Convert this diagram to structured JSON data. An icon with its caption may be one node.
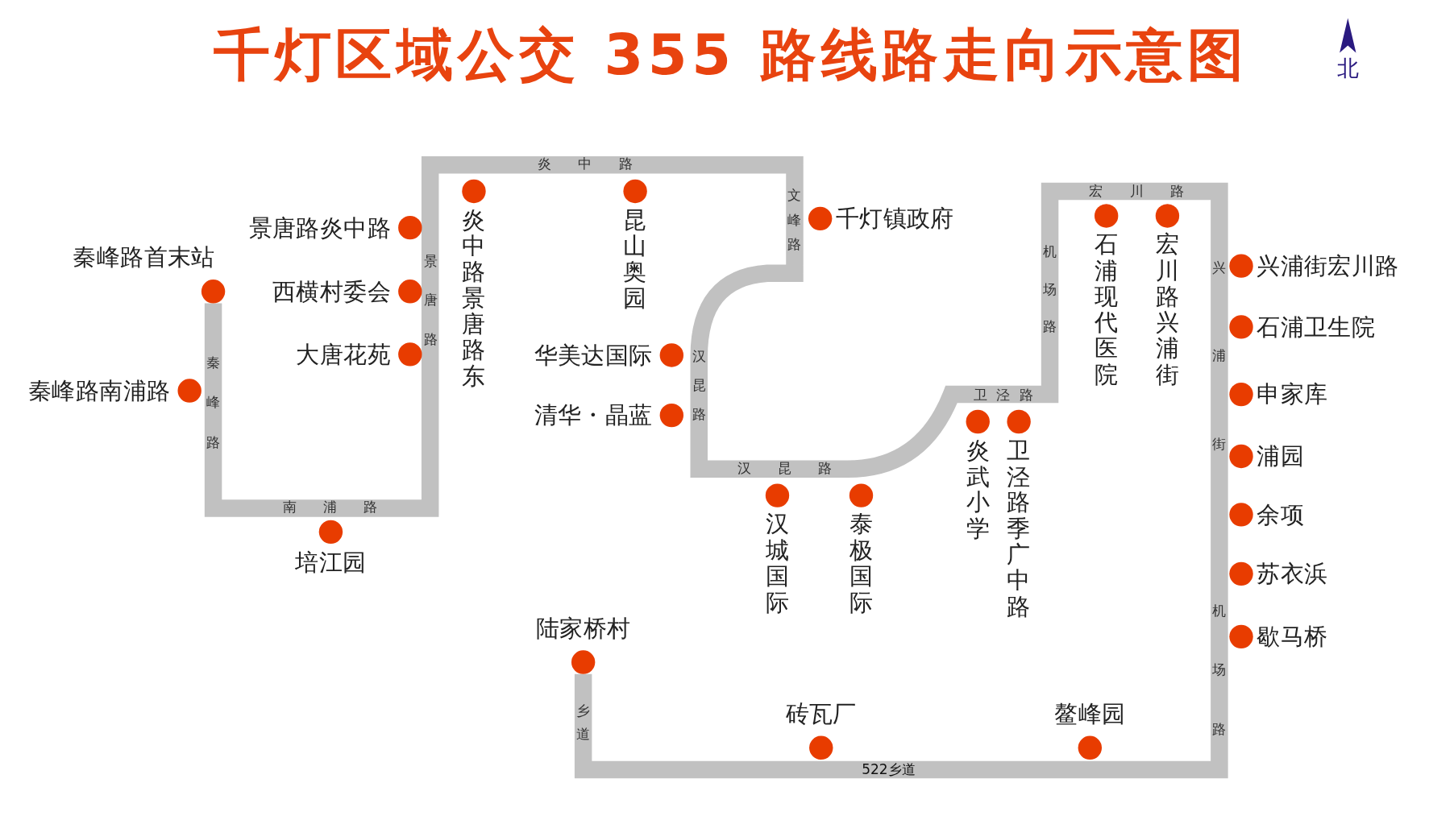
{
  "diagram": {
    "title": "千灯区域公交 355 路线路走向示意图",
    "nodes": [
      {
        "text": [
          "秦峰路首末站"
        ]
      },
      {
        "text": [
          "秦峰路南浦路"
        ]
      },
      {
        "text": [
          "景唐路炎中路"
        ]
      },
      {
        "text": [
          "西横村委会"
        ]
      },
      {
        "text": [
          "大唐花苑"
        ]
      },
      {
        "text": [
          "培江园"
        ]
      },
      {
        "text": [
          "炎中路景唐路东"
        ]
      },
      {
        "text": [
          "昆山奥园"
        ]
      },
      {
        "text": [
          "千灯镇政府"
        ]
      },
      {
        "text": [
          "华美达国际"
        ]
      },
      {
        "text": [
          "清华・晶蓝"
        ]
      },
      {
        "text": [
          "汉城国际"
        ]
      },
      {
        "text": [
          "泰极国际"
        ]
      },
      {
        "text": [
          "炎武小学"
        ]
      },
      {
        "text": [
          "卫泾路季广中路"
        ]
      },
      {
        "text": [
          "石浦现代医院"
        ]
      },
      {
        "text": [
          "宏川路兴浦街"
        ]
      },
      {
        "text": [
          "兴浦街宏川路"
        ]
      },
      {
        "text": [
          "石浦卫生院"
        ]
      },
      {
        "text": [
          "申家库"
        ]
      },
      {
        "text": [
          "浦园"
        ]
      },
      {
        "text": [
          "余项"
        ]
      },
      {
        "text": [
          "苏衣浜"
        ]
      },
      {
        "text": [
          "歇马桥"
        ]
      },
      {
        "text": [
          "陆家桥村"
        ]
      },
      {
        "text": [
          "砖瓦厂"
        ]
      },
      {
        "text": [
          "鳌峰园"
        ]
      }
    ],
    "edges": [
      {
        "from": 0,
        "to": 24,
        "arrow": "none"
      }
    ],
    "labels": [
      "北",
      "炎中路",
      "文峰路",
      "宏川路",
      "景唐路",
      "机场路",
      "兴浦街",
      "汉昆路",
      "秦峰路",
      "卫泾路",
      "汉昆路",
      "南浦路",
      "机场路",
      "乡道",
      "522乡道"
    ]
  }
}
